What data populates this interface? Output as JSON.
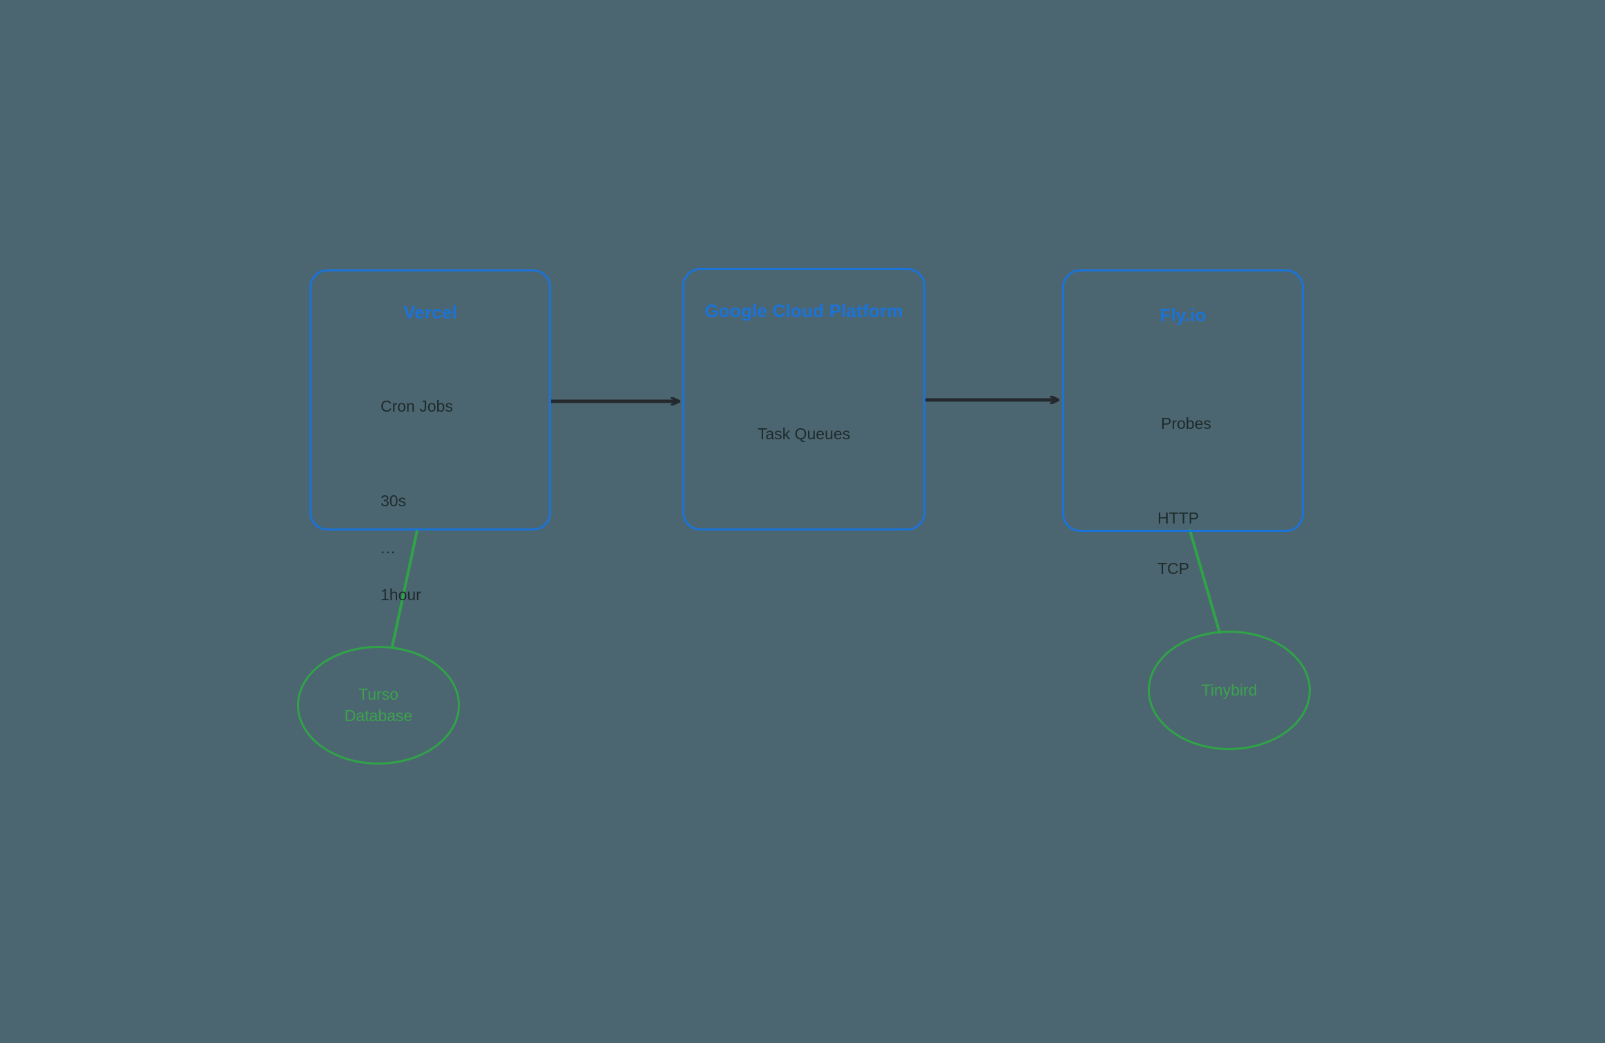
{
  "diagram": {
    "title": "Architecture flow: Vercel cron jobs to Google Cloud Platform task queues to Fly.io probes",
    "background_color": "#4c6671",
    "box_border_color": "#1a73d8",
    "box_title_color": "#1a73d8",
    "box_body_color": "#1d2b2b",
    "ellipse_border_color": "#2fa447",
    "ellipse_text_color": "#3aa34c",
    "arrow_color": "#24292e"
  },
  "nodes": {
    "vercel": {
      "title": "Vercel",
      "lines": [
        "Cron Jobs",
        "",
        "30s",
        "...",
        "1hour"
      ],
      "body_primary": "Cron Jobs",
      "interval_min": "30s",
      "interval_ellipsis": "...",
      "interval_max": "1hour"
    },
    "gcp": {
      "title": "Google Cloud Platform",
      "body_primary": "Task Queues"
    },
    "fly": {
      "title": "Fly.io",
      "body_primary": "Probes",
      "protocol_http": "HTTP",
      "protocol_tcp": "TCP"
    },
    "turso": {
      "label": "Turso\nDatabase"
    },
    "tinybird": {
      "label": "Tinybird"
    }
  },
  "edges": [
    {
      "name": "vercel-to-gcp",
      "from": "vercel",
      "to": "gcp",
      "style": "arrow",
      "color": "#24292e"
    },
    {
      "name": "gcp-to-fly",
      "from": "gcp",
      "to": "fly",
      "style": "arrow",
      "color": "#24292e"
    },
    {
      "name": "vercel-to-turso",
      "from": "vercel",
      "to": "turso",
      "style": "line",
      "color": "#2fa447"
    },
    {
      "name": "fly-to-tinybird",
      "from": "fly",
      "to": "tinybird",
      "style": "line",
      "color": "#2fa447"
    }
  ]
}
